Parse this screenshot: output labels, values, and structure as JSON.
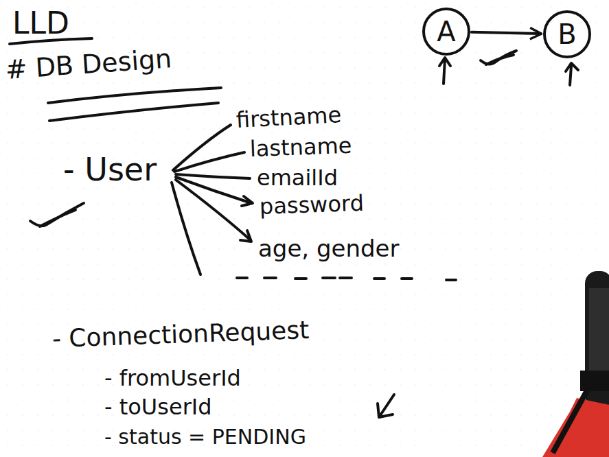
{
  "diagram": {
    "title": "LLD",
    "nodes": [
      {
        "text": [
          "A"
        ]
      },
      {
        "text": [
          "B"
        ]
      }
    ],
    "edges": [
      {
        "from": 0,
        "to": 1,
        "arrow": "to"
      }
    ],
    "labels": [
      "# DB Design",
      "- User",
      "firstname",
      "lastname",
      "emailId",
      "password",
      "age, gender",
      "- ConnectionRequest",
      "- fromUserId",
      "- toUserId",
      "- status = PENDING"
    ]
  }
}
